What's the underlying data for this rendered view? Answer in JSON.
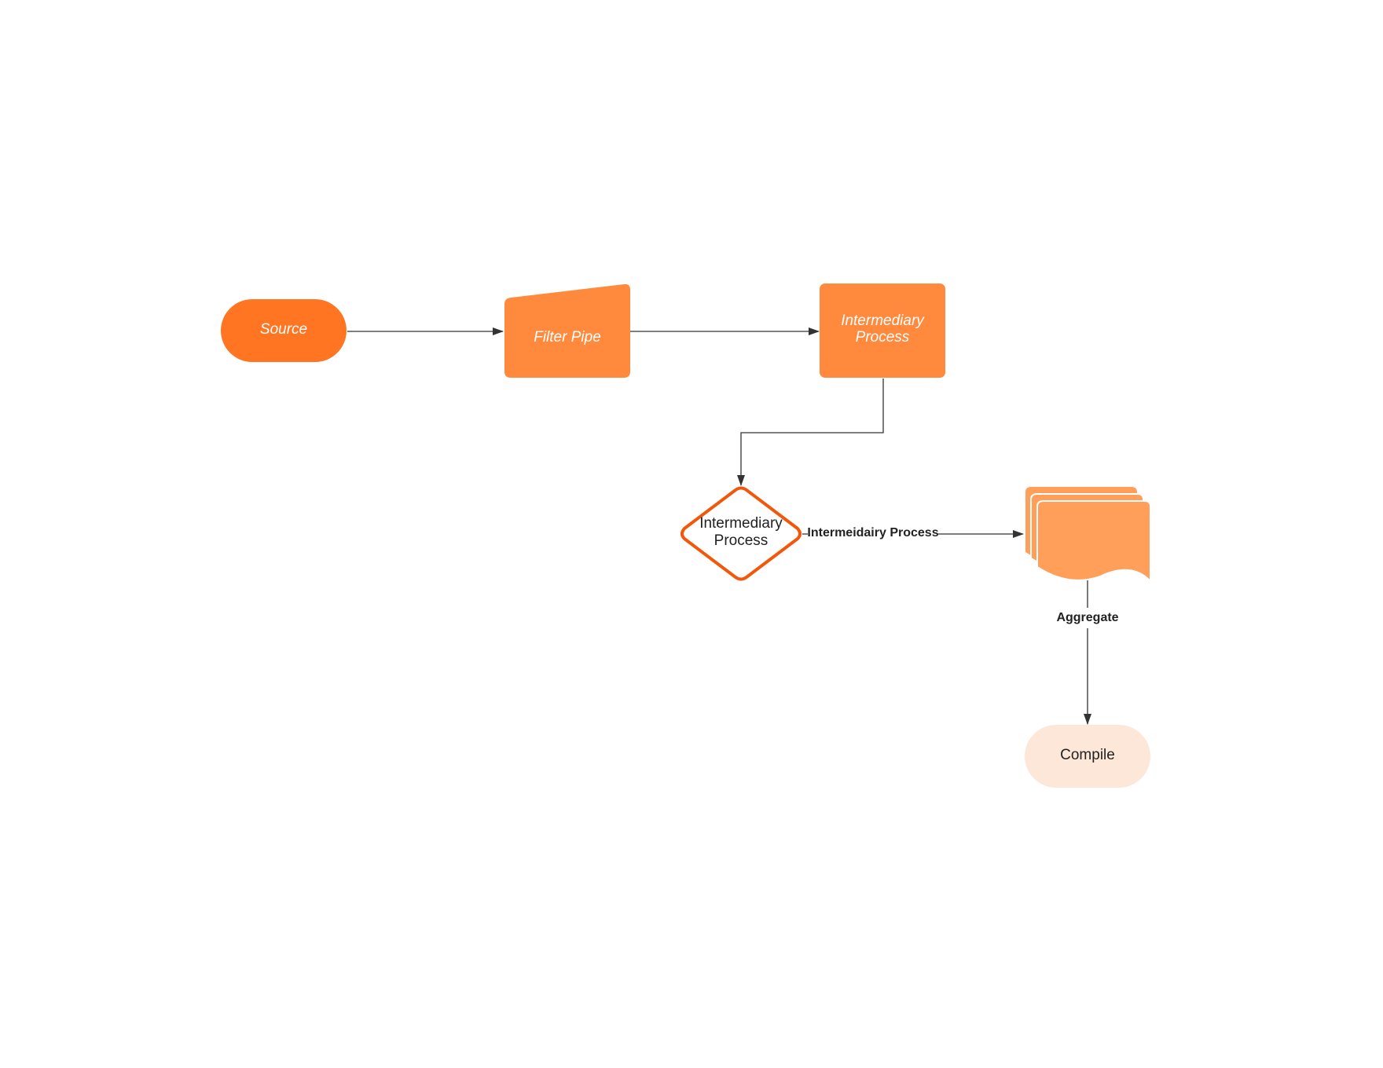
{
  "diagram": {
    "nodes": {
      "source": {
        "label": "Source"
      },
      "filter_pipe": {
        "label": "Filter Pipe"
      },
      "intermediary_process_box": {
        "line1": "Intermediary",
        "line2": "Process"
      },
      "intermediary_process_decision": {
        "line1": "Intermediary",
        "line2": "Process"
      },
      "multi_document": {
        "label": ""
      },
      "compile": {
        "label": "Compile"
      }
    },
    "edges": {
      "decision_to_documents": {
        "label": "Intermeidairy Process"
      },
      "documents_to_compile": {
        "label": "Aggregate"
      }
    }
  },
  "colors": {
    "source_fill": "#ff7521",
    "process_fill": "#ff8a3d",
    "decision_stroke": "#f2580c",
    "document_fill": "#ff9f59",
    "compile_fill": "#fde7d9",
    "connector": "#333333",
    "text_light": "#ffffff",
    "text_dark": "#222222"
  }
}
